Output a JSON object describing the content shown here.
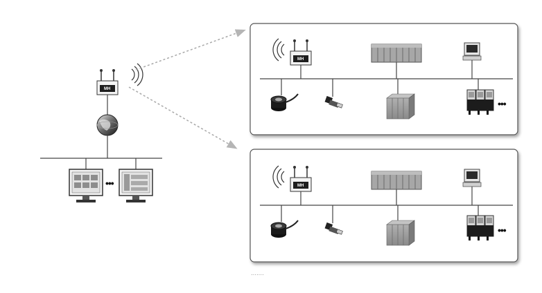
{
  "router_label": "MH",
  "site1": {
    "router_label": "MH",
    "more": "•••"
  },
  "site2": {
    "router_label": "MH",
    "more": "•••"
  },
  "central": {
    "more": "•••"
  },
  "footer": {
    "dots": "·······"
  },
  "icons": [
    "router-icon",
    "wireless-signal-icon",
    "globe-icon",
    "monitor-icon",
    "plc-rack-icon",
    "encoder-icon",
    "sensor-icon",
    "drive-cabinet-icon",
    "pc-terminal-icon"
  ],
  "colors": {
    "line": "#444444",
    "dashed": "#9a9a9a",
    "panel_border": "#555555",
    "device_grey": "#9b9b9b"
  }
}
